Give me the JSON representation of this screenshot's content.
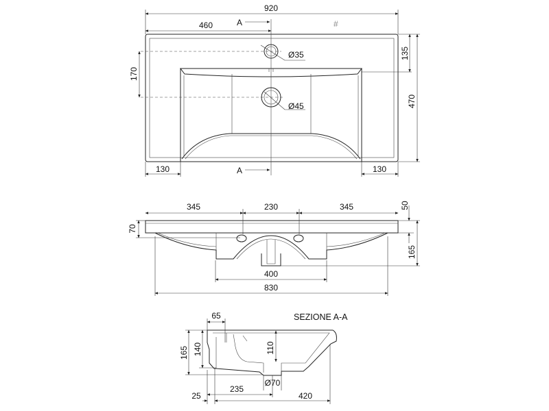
{
  "top_view": {
    "width_total": "920",
    "half_width": "460",
    "section_mark_top": "A",
    "section_mark_bottom": "A",
    "hash_mark": "#",
    "tap_hole": "Ø35",
    "drain_hole": "Ø45",
    "depth_to_basin": "135",
    "depth_total": "470",
    "tap_to_drain": "170",
    "left_edge": "130",
    "right_edge": "130"
  },
  "front_view": {
    "left_span": "345",
    "center_span": "230",
    "right_span": "345",
    "rim_height_right": "50",
    "rim_height_left": "70",
    "total_height": "165",
    "bowl_width": "400",
    "bottom_width": "830"
  },
  "section_view": {
    "title": "SEZIONE A-A",
    "offset_top": "65",
    "height_total": "165",
    "height_inner": "140",
    "bowl_depth": "110",
    "drain_diameter": "Ø70",
    "drain_offset": "235",
    "back_offset": "25",
    "depth": "420"
  }
}
